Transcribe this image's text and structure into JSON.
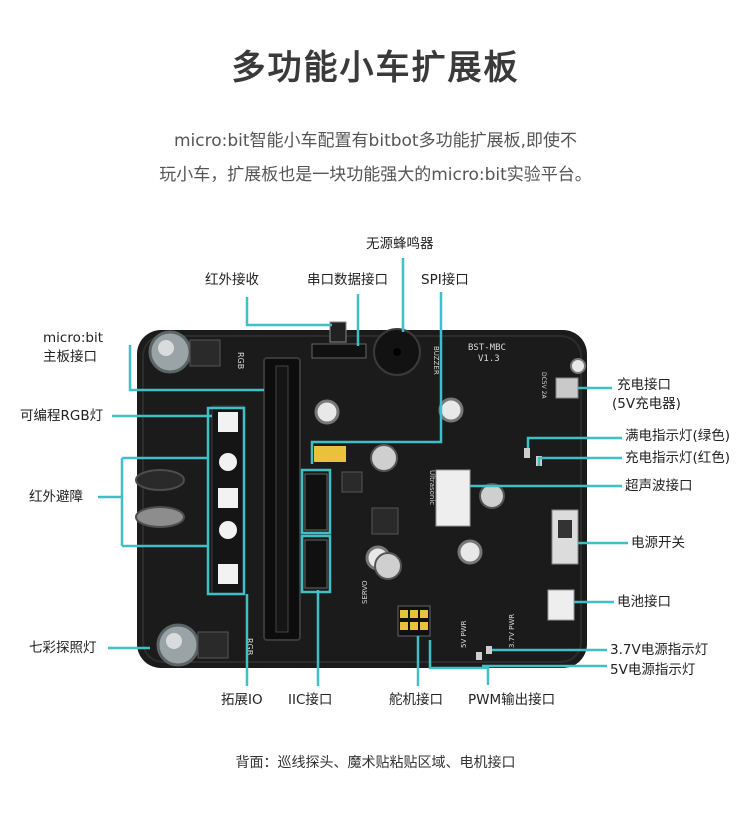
{
  "title": "多功能小车扩展板",
  "subtitle": {
    "line1": "micro:bit智能小车配置有bitbot多功能扩展板,即使不",
    "line2": "玩小车，扩展板也是一块功能强大的micro:bit实验平台。"
  },
  "board": {
    "model": "BST-MBC",
    "version": "V1.3",
    "silk_rgb_top": "RGB",
    "silk_rgb_bottom": "RGB",
    "silk_buzzer": "BUZZER",
    "silk_ultrasonic": "Ultrasonic",
    "silk_charge": "DC5V 2A",
    "silk_servo": "SERVO",
    "silk_5v_pwr": "5V PWR",
    "silk_37v_pwr": "3.7V PWR"
  },
  "labels": {
    "buzzer": "无源蜂鸣器",
    "ir_receiver": "红外接收",
    "serial_port": "串口数据接口",
    "spi_port": "SPI接口",
    "microbit_slot_line1": "micro:bit",
    "microbit_slot_line2": "主板接口",
    "rgb_led": "可编程RGB灯",
    "ir_avoid": "红外避障",
    "headlight": "七彩探照灯",
    "charge_port_line1": "充电接口",
    "charge_port_line2": "(5V充电器)",
    "full_indicator": "满电指示灯(绿色)",
    "charge_indicator": "充电指示灯(红色)",
    "ultrasonic_port": "超声波接口",
    "power_switch": "电源开关",
    "battery_port": "电池接口",
    "indicator_37v": "3.7V电源指示灯",
    "indicator_5v": "5V电源指示灯",
    "expand_io": "拓展IO",
    "iic_port": "IIC接口",
    "servo_port": "舵机接口",
    "pwm_port": "PWM输出接口"
  },
  "footer": "背面：巡线探头、魔术贴粘贴区域、电机接口",
  "colors": {
    "leader_line": "#3fbfc6",
    "board": "#1b1b1b",
    "title": "#3a3a3a"
  }
}
